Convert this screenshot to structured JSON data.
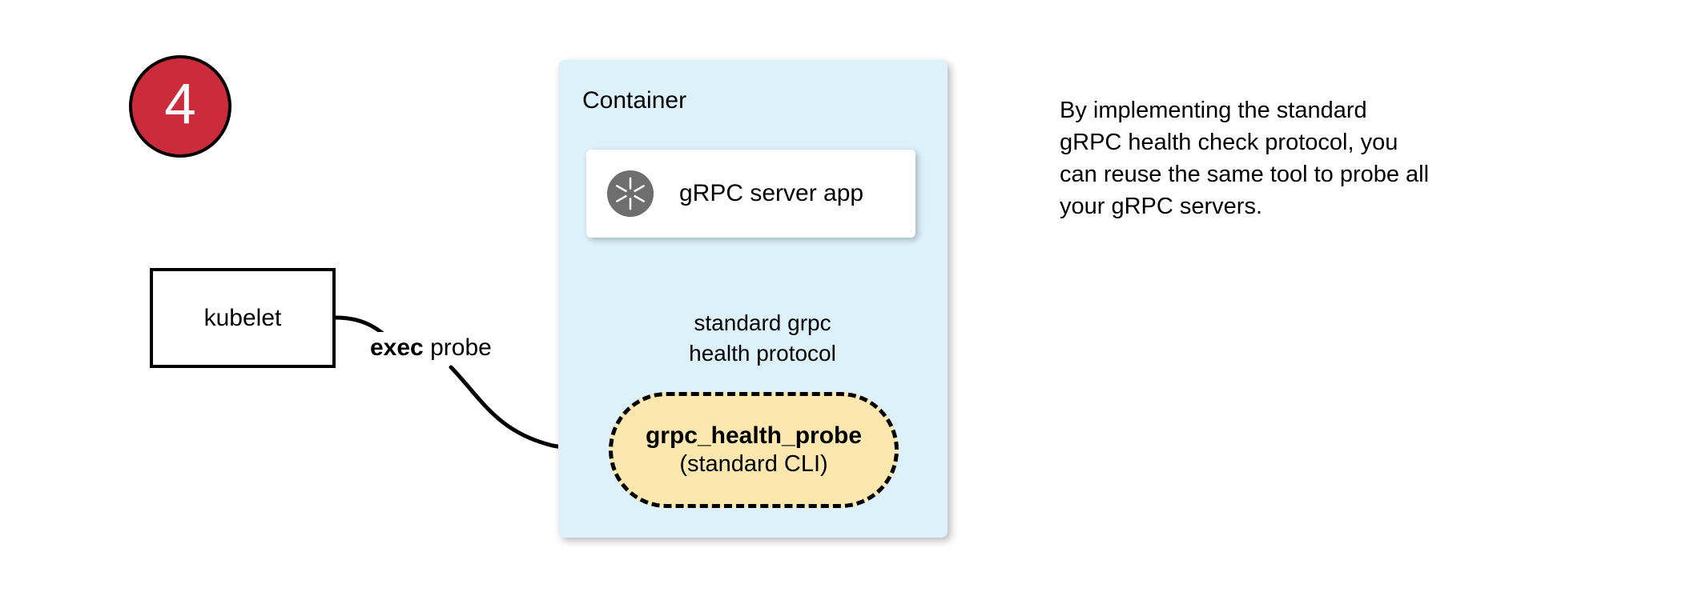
{
  "step": {
    "number": "4",
    "fill_color": "#cc2b3c",
    "text_color": "#ffffff",
    "border_color": "#000000"
  },
  "kubelet": {
    "label": "kubelet",
    "fill_color": "#ffffff",
    "border_color": "#000000"
  },
  "edges": {
    "exec_probe": {
      "label_bold": "exec",
      "label_rest": " probe",
      "from": "kubelet",
      "to": "grpc_health_probe"
    },
    "health_protocol": {
      "line1": "standard grpc",
      "line2": "health protocol",
      "from": "grpc_health_probe",
      "to": "grpc-server-app"
    }
  },
  "container": {
    "title": "Container",
    "fill_color": "#ddf1fb",
    "server_app": {
      "icon": "grpc-aperture-icon",
      "icon_color": "#6e6e6e",
      "label": "gRPC server app",
      "fill_color": "#ffffff"
    },
    "probe": {
      "title": "grpc_health_probe",
      "subtitle": "(standard CLI)",
      "fill_color": "#fce8ae",
      "border_color": "#000000",
      "border_style": "dashed"
    }
  },
  "note": {
    "lines": [
      "By implementing the standard",
      "gRPC health check protocol, you",
      "can reuse the same tool to probe all",
      "your gRPC servers."
    ]
  }
}
